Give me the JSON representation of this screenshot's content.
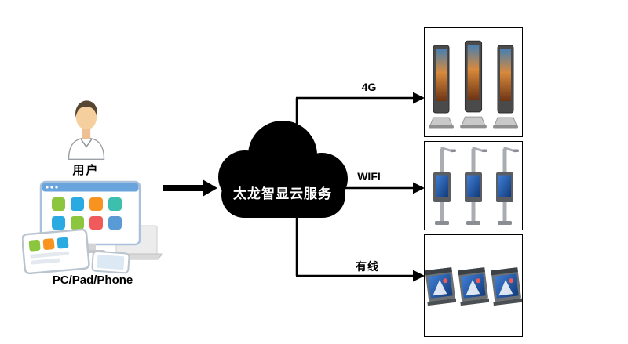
{
  "left": {
    "user_label": "用户",
    "devices_label": "PC/Pad/Phone"
  },
  "cloud": {
    "label": "太龙智显云服务"
  },
  "links": [
    {
      "label": "4G"
    },
    {
      "label": "WIFI"
    },
    {
      "label": "有线"
    }
  ],
  "icons": {
    "user": "user-avatar-icon",
    "devices": "pc-pad-phone-icon",
    "cloud": "cloud-icon",
    "kiosk": "kiosk-display-icon",
    "lamppost": "lamppost-display-icon",
    "lightbox": "lightbox-display-icon"
  },
  "colors": {
    "cloud": "#000000",
    "arrows": "#000000",
    "box_border": "#000000",
    "cloud_text": "#ffffff",
    "screen_blue": "#2e6fd0",
    "monitor_accent": "#6aa4dc",
    "sunset_orange": "#d8893b"
  }
}
